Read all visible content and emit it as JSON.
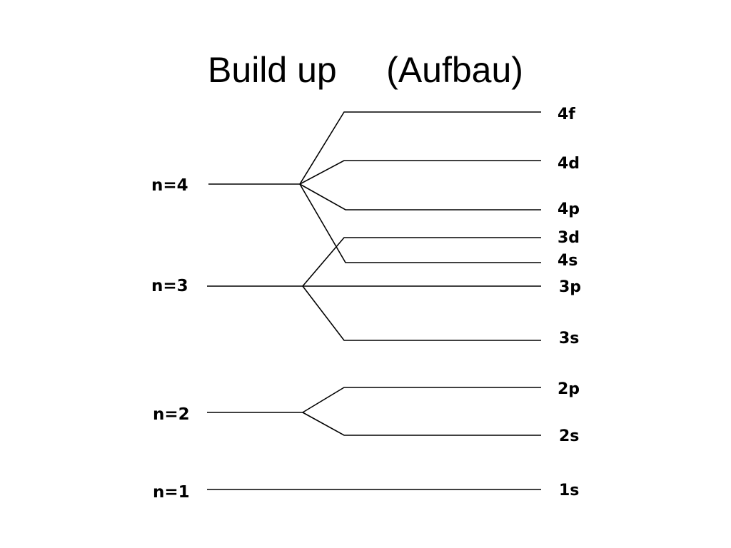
{
  "title": "Build up     (Aufbau)",
  "diagram": {
    "levels": [
      {
        "label": "n=4",
        "orbitals": [
          {
            "label": "4f"
          },
          {
            "label": "4d"
          },
          {
            "label": "4p"
          },
          {
            "label": "4s"
          }
        ]
      },
      {
        "label": "n=3",
        "orbitals": [
          {
            "label": "3d"
          },
          {
            "label": "3p"
          },
          {
            "label": "3s"
          }
        ]
      },
      {
        "label": "n=2",
        "orbitals": [
          {
            "label": "2p"
          },
          {
            "label": "2s"
          }
        ]
      },
      {
        "label": "n=1",
        "orbitals": [
          {
            "label": "1s"
          }
        ]
      }
    ]
  }
}
